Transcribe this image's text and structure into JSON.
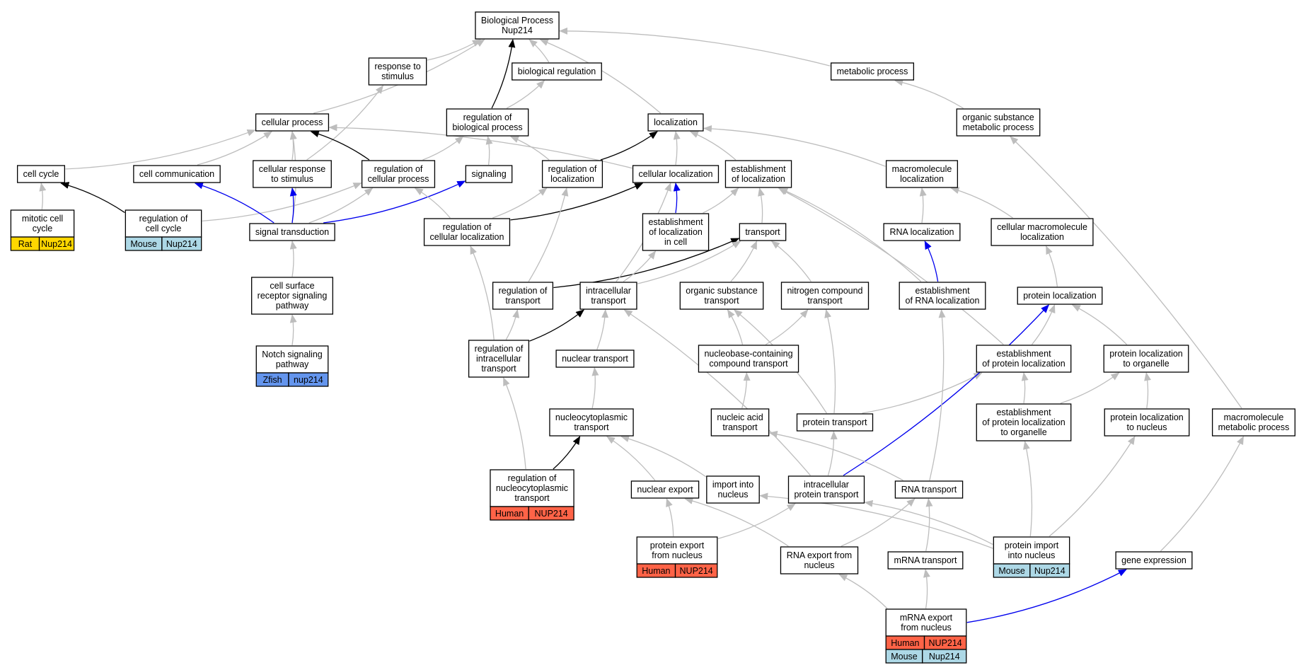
{
  "colors": {
    "gray": "#bdbdbd",
    "black": "#000000",
    "blue": "#0000ee",
    "Rat": "#ffd700",
    "Mouse": "#add8e6",
    "Human": "#ff6347",
    "Zfish": "#6495ed"
  },
  "nodes": [
    {
      "id": "bp",
      "lines": [
        "Biological Process",
        "Nup214"
      ]
    },
    {
      "id": "resp_stim",
      "lines": [
        "response to",
        "stimulus"
      ]
    },
    {
      "id": "bio_reg",
      "lines": [
        "biological regulation"
      ]
    },
    {
      "id": "metab",
      "lines": [
        "metabolic process"
      ]
    },
    {
      "id": "cell_proc",
      "lines": [
        "cellular process"
      ]
    },
    {
      "id": "reg_bio",
      "lines": [
        "regulation of",
        "biological process"
      ]
    },
    {
      "id": "loc",
      "lines": [
        "localization"
      ]
    },
    {
      "id": "org_metab",
      "lines": [
        "organic substance",
        "metabolic process"
      ]
    },
    {
      "id": "cell_cycle",
      "lines": [
        "cell cycle"
      ]
    },
    {
      "id": "cell_comm",
      "lines": [
        "cell communication"
      ]
    },
    {
      "id": "cell_resp",
      "lines": [
        "cellular response",
        "to stimulus"
      ]
    },
    {
      "id": "reg_cell",
      "lines": [
        "regulation of",
        "cellular process"
      ]
    },
    {
      "id": "signaling",
      "lines": [
        "signaling"
      ]
    },
    {
      "id": "reg_loc",
      "lines": [
        "regulation of",
        "localization"
      ]
    },
    {
      "id": "cell_loc",
      "lines": [
        "cellular localization"
      ]
    },
    {
      "id": "est_loc",
      "lines": [
        "establishment",
        "of localization"
      ]
    },
    {
      "id": "macro_loc",
      "lines": [
        "macromolecule",
        "localization"
      ]
    },
    {
      "id": "mitotic",
      "lines": [
        "mitotic cell",
        "cycle"
      ],
      "species": [
        {
          "name": "Rat",
          "gene": "Nup214"
        }
      ]
    },
    {
      "id": "reg_cc",
      "lines": [
        "regulation of",
        "cell cycle"
      ],
      "species": [
        {
          "name": "Mouse",
          "gene": "Nup214"
        }
      ]
    },
    {
      "id": "sig_trans",
      "lines": [
        "signal transduction"
      ]
    },
    {
      "id": "reg_cell_loc",
      "lines": [
        "regulation of",
        "cellular localization"
      ]
    },
    {
      "id": "est_loc_cell",
      "lines": [
        "establishment",
        "of localization",
        "in cell"
      ]
    },
    {
      "id": "transport",
      "lines": [
        "transport"
      ]
    },
    {
      "id": "rna_loc",
      "lines": [
        "RNA localization"
      ]
    },
    {
      "id": "cell_macro_loc",
      "lines": [
        "cellular macromolecule",
        "localization"
      ]
    },
    {
      "id": "cell_surf",
      "lines": [
        "cell surface",
        "receptor signaling",
        "pathway"
      ]
    },
    {
      "id": "reg_trans",
      "lines": [
        "regulation of",
        "transport"
      ]
    },
    {
      "id": "intra_trans",
      "lines": [
        "intracellular",
        "transport"
      ]
    },
    {
      "id": "org_sub_trans",
      "lines": [
        "organic substance",
        "transport"
      ]
    },
    {
      "id": "nitro_trans",
      "lines": [
        "nitrogen compound",
        "transport"
      ]
    },
    {
      "id": "est_rna_loc",
      "lines": [
        "establishment",
        "of RNA localization"
      ]
    },
    {
      "id": "prot_loc",
      "lines": [
        "protein localization"
      ]
    },
    {
      "id": "notch",
      "lines": [
        "Notch signaling",
        "pathway"
      ],
      "species": [
        {
          "name": "Zfish",
          "gene": "nup214"
        }
      ]
    },
    {
      "id": "reg_intra",
      "lines": [
        "regulation of",
        "intracellular",
        "transport"
      ]
    },
    {
      "id": "nuc_trans",
      "lines": [
        "nuclear transport"
      ]
    },
    {
      "id": "nucleobase",
      "lines": [
        "nucleobase-containing",
        "compound transport"
      ]
    },
    {
      "id": "est_prot_loc",
      "lines": [
        "establishment",
        "of protein localization"
      ]
    },
    {
      "id": "prot_loc_org",
      "lines": [
        "protein localization",
        "to organelle"
      ]
    },
    {
      "id": "nucleocyto",
      "lines": [
        "nucleocytoplasmic",
        "transport"
      ]
    },
    {
      "id": "nuc_acid",
      "lines": [
        "nucleic acid",
        "transport"
      ]
    },
    {
      "id": "prot_trans",
      "lines": [
        "protein transport"
      ]
    },
    {
      "id": "est_prot_org",
      "lines": [
        "establishment",
        "of protein localization",
        "to organelle"
      ]
    },
    {
      "id": "prot_loc_nuc",
      "lines": [
        "protein localization",
        "to nucleus"
      ]
    },
    {
      "id": "macro_metab",
      "lines": [
        "macromolecule",
        "metabolic process"
      ]
    },
    {
      "id": "reg_nucleocyto",
      "lines": [
        "regulation of",
        "nucleocytoplasmic",
        "transport"
      ],
      "species": [
        {
          "name": "Human",
          "gene": "NUP214"
        }
      ]
    },
    {
      "id": "nuc_export",
      "lines": [
        "nuclear export"
      ]
    },
    {
      "id": "import_nuc",
      "lines": [
        "import into",
        "nucleus"
      ]
    },
    {
      "id": "intra_prot",
      "lines": [
        "intracellular",
        "protein transport"
      ]
    },
    {
      "id": "rna_trans",
      "lines": [
        "RNA transport"
      ]
    },
    {
      "id": "prot_export",
      "lines": [
        "protein export",
        "from nucleus"
      ],
      "species": [
        {
          "name": "Human",
          "gene": "NUP214"
        }
      ]
    },
    {
      "id": "rna_export",
      "lines": [
        "RNA export from",
        "nucleus"
      ]
    },
    {
      "id": "mrna_trans",
      "lines": [
        "mRNA transport"
      ]
    },
    {
      "id": "prot_import",
      "lines": [
        "protein import",
        "into nucleus"
      ],
      "species": [
        {
          "name": "Mouse",
          "gene": "Nup214"
        }
      ]
    },
    {
      "id": "gene_expr",
      "lines": [
        "gene expression"
      ]
    },
    {
      "id": "mrna_export",
      "lines": [
        "mRNA export",
        "from nucleus"
      ],
      "species": [
        {
          "name": "Human",
          "gene": "NUP214"
        },
        {
          "name": "Mouse",
          "gene": "Nup214"
        }
      ]
    }
  ],
  "edges": [
    {
      "from": "resp_stim",
      "to": "bp",
      "kind": "gray"
    },
    {
      "from": "bio_reg",
      "to": "bp",
      "kind": "gray"
    },
    {
      "from": "metab",
      "to": "bp",
      "kind": "gray"
    },
    {
      "from": "cell_proc",
      "to": "bp",
      "kind": "gray"
    },
    {
      "from": "reg_bio",
      "to": "bp",
      "kind": "black"
    },
    {
      "from": "loc",
      "to": "bp",
      "kind": "gray"
    },
    {
      "from": "reg_bio",
      "to": "bio_reg",
      "kind": "gray"
    },
    {
      "from": "org_metab",
      "to": "metab",
      "kind": "gray"
    },
    {
      "from": "cell_resp",
      "to": "resp_stim",
      "kind": "gray"
    },
    {
      "from": "cell_cycle",
      "to": "cell_proc",
      "kind": "gray"
    },
    {
      "from": "cell_comm",
      "to": "cell_proc",
      "kind": "gray"
    },
    {
      "from": "cell_resp",
      "to": "cell_proc",
      "kind": "gray"
    },
    {
      "from": "reg_cell",
      "to": "cell_proc",
      "kind": "black"
    },
    {
      "from": "cell_loc",
      "to": "cell_proc",
      "kind": "gray"
    },
    {
      "from": "sig_trans",
      "to": "cell_proc",
      "kind": "gray"
    },
    {
      "from": "reg_cell",
      "to": "reg_bio",
      "kind": "gray"
    },
    {
      "from": "signaling",
      "to": "reg_bio",
      "kind": "gray"
    },
    {
      "from": "reg_loc",
      "to": "reg_bio",
      "kind": "gray"
    },
    {
      "from": "reg_loc",
      "to": "loc",
      "kind": "black"
    },
    {
      "from": "cell_loc",
      "to": "loc",
      "kind": "gray"
    },
    {
      "from": "est_loc",
      "to": "loc",
      "kind": "gray"
    },
    {
      "from": "macro_loc",
      "to": "loc",
      "kind": "gray"
    },
    {
      "from": "macro_metab",
      "to": "org_metab",
      "kind": "gray"
    },
    {
      "from": "mitotic",
      "to": "cell_cycle",
      "kind": "gray"
    },
    {
      "from": "reg_cc",
      "to": "cell_cycle",
      "kind": "black"
    },
    {
      "from": "reg_cc",
      "to": "reg_cell",
      "kind": "gray"
    },
    {
      "from": "sig_trans",
      "to": "cell_comm",
      "kind": "blue"
    },
    {
      "from": "sig_trans",
      "to": "cell_resp",
      "kind": "blue"
    },
    {
      "from": "sig_trans",
      "to": "signaling",
      "kind": "blue"
    },
    {
      "from": "sig_trans",
      "to": "reg_cell",
      "kind": "gray"
    },
    {
      "from": "reg_cell_loc",
      "to": "reg_cell",
      "kind": "gray"
    },
    {
      "from": "reg_cell_loc",
      "to": "reg_loc",
      "kind": "gray"
    },
    {
      "from": "reg_cell_loc",
      "to": "cell_loc",
      "kind": "black"
    },
    {
      "from": "est_loc_cell",
      "to": "cell_loc",
      "kind": "blue"
    },
    {
      "from": "est_loc_cell",
      "to": "est_loc",
      "kind": "gray"
    },
    {
      "from": "transport",
      "to": "est_loc",
      "kind": "gray"
    },
    {
      "from": "est_rna_loc",
      "to": "est_loc",
      "kind": "gray"
    },
    {
      "from": "est_prot_loc",
      "to": "est_loc",
      "kind": "gray"
    },
    {
      "from": "rna_loc",
      "to": "macro_loc",
      "kind": "gray"
    },
    {
      "from": "cell_macro_loc",
      "to": "macro_loc",
      "kind": "gray"
    },
    {
      "from": "cell_surf",
      "to": "sig_trans",
      "kind": "gray"
    },
    {
      "from": "notch",
      "to": "cell_surf",
      "kind": "gray"
    },
    {
      "from": "reg_trans",
      "to": "reg_loc",
      "kind": "gray"
    },
    {
      "from": "reg_trans",
      "to": "transport",
      "kind": "black"
    },
    {
      "from": "intra_trans",
      "to": "transport",
      "kind": "gray"
    },
    {
      "from": "intra_trans",
      "to": "cell_loc",
      "kind": "gray"
    },
    {
      "from": "intra_trans",
      "to": "est_loc_cell",
      "kind": "gray"
    },
    {
      "from": "org_sub_trans",
      "to": "transport",
      "kind": "gray"
    },
    {
      "from": "nitro_trans",
      "to": "transport",
      "kind": "gray"
    },
    {
      "from": "est_rna_loc",
      "to": "rna_loc",
      "kind": "blue"
    },
    {
      "from": "prot_loc",
      "to": "cell_macro_loc",
      "kind": "gray"
    },
    {
      "from": "reg_intra",
      "to": "reg_cell_loc",
      "kind": "gray"
    },
    {
      "from": "reg_intra",
      "to": "reg_trans",
      "kind": "gray"
    },
    {
      "from": "reg_intra",
      "to": "intra_trans",
      "kind": "black"
    },
    {
      "from": "nuc_trans",
      "to": "intra_trans",
      "kind": "gray"
    },
    {
      "from": "nucleobase",
      "to": "org_sub_trans",
      "kind": "gray"
    },
    {
      "from": "nucleobase",
      "to": "nitro_trans",
      "kind": "gray"
    },
    {
      "from": "est_prot_loc",
      "to": "prot_loc",
      "kind": "gray"
    },
    {
      "from": "prot_loc_org",
      "to": "prot_loc",
      "kind": "gray"
    },
    {
      "from": "nucleocyto",
      "to": "nuc_trans",
      "kind": "gray"
    },
    {
      "from": "nuc_acid",
      "to": "nucleobase",
      "kind": "gray"
    },
    {
      "from": "prot_trans",
      "to": "org_sub_trans",
      "kind": "gray"
    },
    {
      "from": "prot_trans",
      "to": "nitro_trans",
      "kind": "gray"
    },
    {
      "from": "prot_trans",
      "to": "est_prot_loc",
      "kind": "gray"
    },
    {
      "from": "est_prot_org",
      "to": "est_prot_loc",
      "kind": "gray"
    },
    {
      "from": "est_prot_org",
      "to": "prot_loc_org",
      "kind": "gray"
    },
    {
      "from": "prot_loc_nuc",
      "to": "prot_loc_org",
      "kind": "gray"
    },
    {
      "from": "reg_nucleocyto",
      "to": "reg_intra",
      "kind": "gray"
    },
    {
      "from": "reg_nucleocyto",
      "to": "nucleocyto",
      "kind": "black"
    },
    {
      "from": "nuc_export",
      "to": "nucleocyto",
      "kind": "gray"
    },
    {
      "from": "import_nuc",
      "to": "nucleocyto",
      "kind": "gray"
    },
    {
      "from": "intra_prot",
      "to": "intra_trans",
      "kind": "gray"
    },
    {
      "from": "intra_prot",
      "to": "prot_trans",
      "kind": "gray"
    },
    {
      "from": "intra_prot",
      "to": "prot_loc",
      "kind": "blue"
    },
    {
      "from": "rna_trans",
      "to": "nuc_acid",
      "kind": "gray"
    },
    {
      "from": "rna_trans",
      "to": "est_rna_loc",
      "kind": "gray"
    },
    {
      "from": "prot_export",
      "to": "nuc_export",
      "kind": "gray"
    },
    {
      "from": "prot_export",
      "to": "intra_prot",
      "kind": "gray"
    },
    {
      "from": "rna_export",
      "to": "nuc_export",
      "kind": "gray"
    },
    {
      "from": "rna_export",
      "to": "rna_trans",
      "kind": "gray"
    },
    {
      "from": "mrna_trans",
      "to": "rna_trans",
      "kind": "gray"
    },
    {
      "from": "prot_import",
      "to": "import_nuc",
      "kind": "gray"
    },
    {
      "from": "prot_import",
      "to": "intra_prot",
      "kind": "gray"
    },
    {
      "from": "prot_import",
      "to": "prot_loc_nuc",
      "kind": "gray"
    },
    {
      "from": "prot_import",
      "to": "est_prot_org",
      "kind": "gray"
    },
    {
      "from": "gene_expr",
      "to": "macro_metab",
      "kind": "gray"
    },
    {
      "from": "mrna_export",
      "to": "rna_export",
      "kind": "gray"
    },
    {
      "from": "mrna_export",
      "to": "mrna_trans",
      "kind": "gray"
    },
    {
      "from": "mrna_export",
      "to": "gene_expr",
      "kind": "blue"
    }
  ]
}
